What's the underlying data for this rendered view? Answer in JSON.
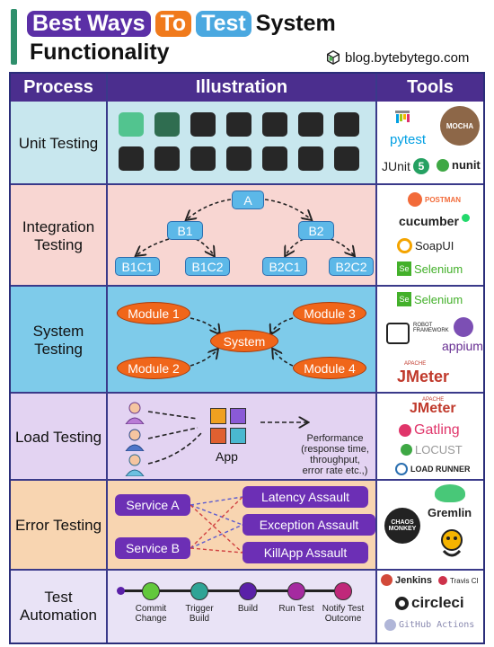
{
  "header": {
    "title_words": [
      "Best Ways",
      "To",
      "Test",
      "System"
    ],
    "title_line2": "Functionality",
    "blog": "blog.bytebytego.com"
  },
  "columns": [
    "Process",
    "Illustration",
    "Tools"
  ],
  "rows": {
    "unit": {
      "process": "Unit Testing",
      "tools": [
        "pytest",
        "MOCHA",
        "JUnit",
        "5",
        "nunit"
      ]
    },
    "integration": {
      "process": "Integration Testing",
      "nodes": {
        "a": "A",
        "b1": "B1",
        "b2": "B2",
        "b1c1": "B1C1",
        "b1c2": "B1C2",
        "b2c1": "B2C1",
        "b2c2": "B2C2"
      },
      "tools": [
        "POSTMAN",
        "cucumber",
        "SoapUI",
        "Selenium"
      ]
    },
    "system": {
      "process": "System Testing",
      "modules": [
        "Module 1",
        "Module 2",
        "Module 3",
        "Module 4"
      ],
      "center": "System",
      "tools": [
        "Selenium",
        "ROBOT FRAMEWORK",
        "appium",
        "APACHE",
        "JMeter"
      ]
    },
    "load": {
      "process": "Load Testing",
      "app": "App",
      "performance": [
        "Performance",
        "(response time,",
        "throughput,",
        "error rate etc.,)"
      ],
      "tools": [
        "APACHE",
        "JMeter",
        "Gatling",
        "LOCUST",
        "LOAD RUNNER"
      ]
    },
    "error": {
      "process": "Error Testing",
      "services": [
        "Service A",
        "Service B"
      ],
      "assaults": [
        "Latency Assault",
        "Exception Assault",
        "KillApp Assault"
      ],
      "tools": [
        "CHAOS MONKEY",
        "Gremlin"
      ]
    },
    "automation": {
      "process": "Test Automation",
      "steps": [
        {
          "label": "Commit Change",
          "color": "#62c83c"
        },
        {
          "label": "Trigger Build",
          "color": "#2fa496"
        },
        {
          "label": "Build",
          "color": "#5a20a8"
        },
        {
          "label": "Run Test",
          "color": "#a52aa0"
        },
        {
          "label": "Notify Test Outcome",
          "color": "#c0287a"
        }
      ],
      "tools": [
        "Jenkins",
        "Travis CI",
        "circleci",
        "GitHub Actions"
      ]
    }
  },
  "colors": {
    "unit_bg": "#c8e7ee",
    "integration_bg": "#f8d6d2",
    "system_bg": "#7ecbea",
    "load_bg": "#e3d3f2",
    "error_bg": "#f8d5b1",
    "automation_bg": "#e9e3f6"
  }
}
